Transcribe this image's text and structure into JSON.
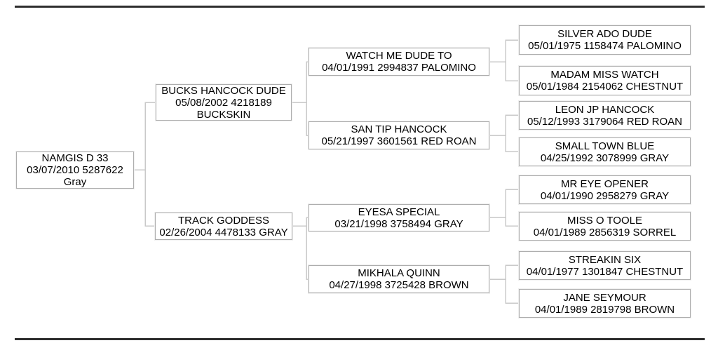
{
  "pedigree": {
    "subject": {
      "name": "NAMGIS D 33",
      "details": "03/07/2010 5287622",
      "color": "Gray"
    },
    "gen2": [
      {
        "name": "BUCKS HANCOCK DUDE",
        "details": "05/08/2002 4218189",
        "color": "BUCKSKIN"
      },
      {
        "name": "TRACK GODDESS",
        "details": "02/26/2004 4478133 GRAY"
      }
    ],
    "gen3": [
      {
        "name": "WATCH ME DUDE TO",
        "details": "04/01/1991 2994837 PALOMINO"
      },
      {
        "name": "SAN TIP HANCOCK",
        "details": "05/21/1997 3601561 RED ROAN"
      },
      {
        "name": "EYESA SPECIAL",
        "details": "03/21/1998 3758494 GRAY"
      },
      {
        "name": "MIKHALA QUINN",
        "details": "04/27/1998 3725428 BROWN"
      }
    ],
    "gen4": [
      {
        "name": "SILVER ADO DUDE",
        "details": "05/01/1975 1158474 PALOMINO"
      },
      {
        "name": "MADAM MISS WATCH",
        "details": "05/01/1984 2154062 CHESTNUT"
      },
      {
        "name": "LEON JP HANCOCK",
        "details": "05/12/1993 3179064 RED ROAN"
      },
      {
        "name": "SMALL TOWN BLUE",
        "details": "04/25/1992 3078999 GRAY"
      },
      {
        "name": "MR EYE OPENER",
        "details": "04/01/1990 2958279 GRAY"
      },
      {
        "name": "MISS O TOOLE",
        "details": "04/01/1989 2856319 SORREL"
      },
      {
        "name": "STREAKIN SIX",
        "details": "04/01/1977 1301847 CHESTNUT"
      },
      {
        "name": "JANE SEYMOUR",
        "details": "04/01/1989 2819798 BROWN"
      }
    ],
    "colors": {
      "background": "#ffffff",
      "text": "#000000",
      "box_border": "#adadad",
      "connector_line": "#c9c9c9",
      "horizontal_rule": "#2e2e2e"
    }
  }
}
